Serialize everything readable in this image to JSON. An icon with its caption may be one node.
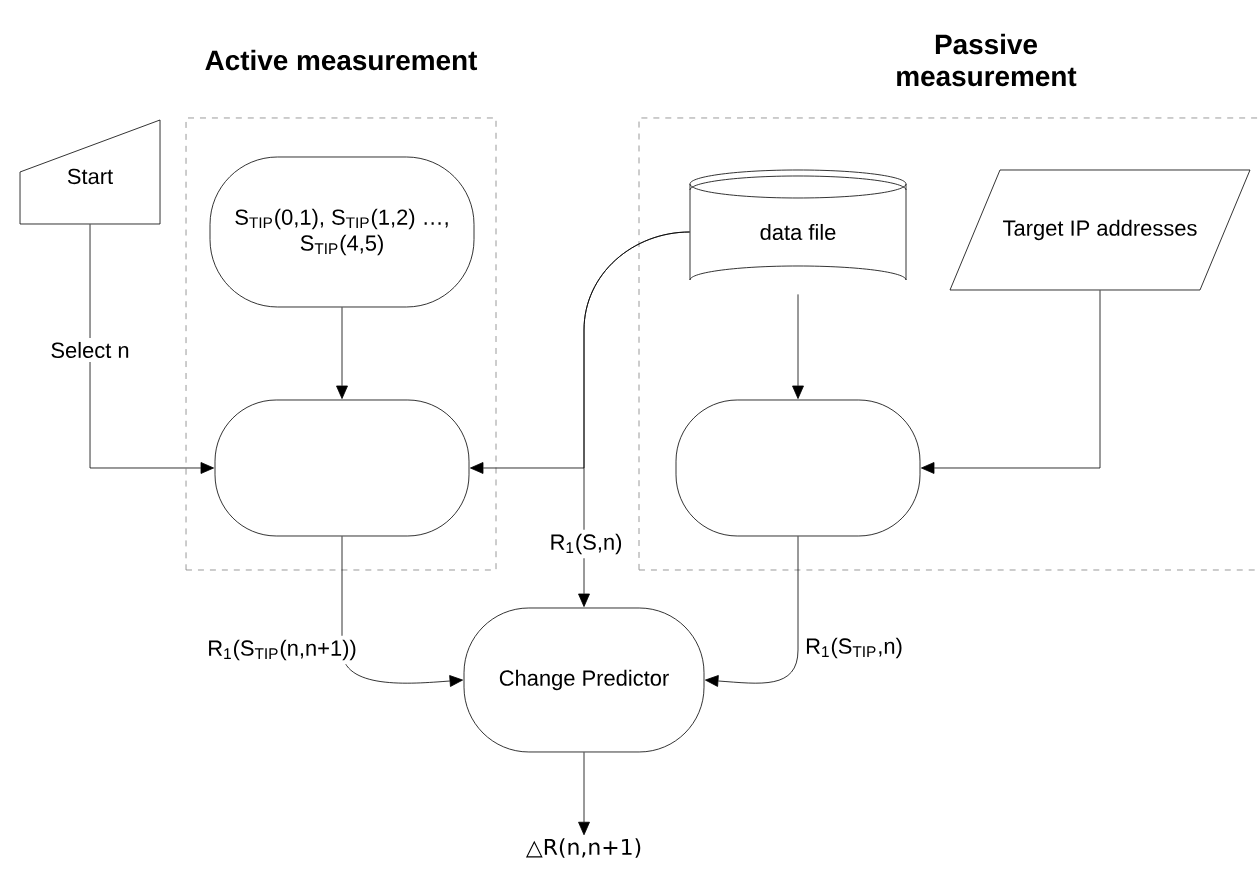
{
  "diagram": {
    "nodes": [
      {
        "text": [
          "Active measurement"
        ]
      },
      {
        "text": [
          "Passive measurement"
        ]
      },
      {
        "text": [
          "Start"
        ]
      },
      {
        "text": [
          "S$_{TIP}$(0,1), S$_{TIP}$(1,2) …, S$_{TIP}$(4,5)"
        ],
        "in": 0
      },
      {
        "text": [],
        "shape": "box",
        "in": 0
      },
      {
        "text": [
          "data file"
        ],
        "in": 1
      },
      {
        "text": [
          "Target IP addresses"
        ],
        "in": 1
      },
      {
        "text": [],
        "shape": "box",
        "in": 1
      },
      {
        "text": [
          "Change Predictor"
        ]
      },
      {
        "text": [
          "△R(n,n+1)"
        ]
      }
    ],
    "edges": [
      {
        "from": 2,
        "to": 4,
        "arrow": "to",
        "label": "Select n"
      },
      {
        "from": 3,
        "to": 4,
        "arrow": "to"
      },
      {
        "from": 5,
        "to": 4,
        "arrow": "to"
      },
      {
        "from": 5,
        "to": 8,
        "arrow": "to",
        "label": "R$_{1}$(S,n)"
      },
      {
        "from": 5,
        "to": 7,
        "arrow": "to"
      },
      {
        "from": 6,
        "to": 7,
        "arrow": "to"
      },
      {
        "from": 4,
        "to": 8,
        "arrow": "to",
        "label": "R$_{1}$(S$_{TIP}$(n,n+1))"
      },
      {
        "from": 7,
        "to": 8,
        "arrow": "to",
        "label": "R$_{1}$(S$_{TIP}$,n)"
      },
      {
        "from": 8,
        "to": 9,
        "arrow": "to"
      }
    ]
  }
}
